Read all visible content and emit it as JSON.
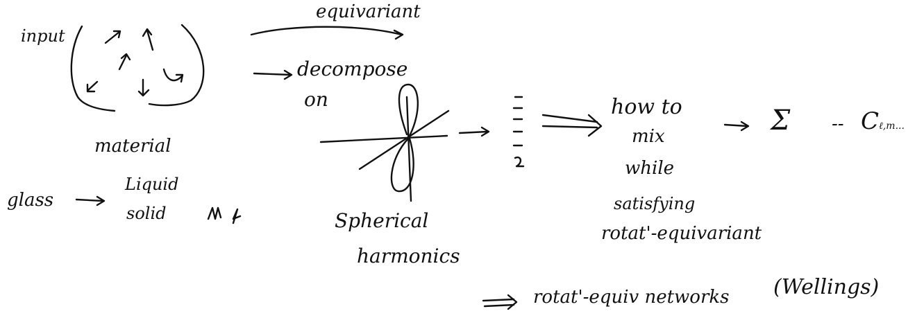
{
  "labels": {
    "input": "input",
    "equivariant": "equivariant",
    "decompose": "decompose",
    "on": "on",
    "material": "material",
    "glass": "glass",
    "liquid": "Liquid",
    "solid": "solid",
    "spherical": "Spherical",
    "harmonics": "harmonics",
    "how_to": "how to",
    "mix": "mix",
    "while": "while",
    "satisfying": "satisfying",
    "rotat_equivariant": "rotat'-equivariant",
    "sigma": "Σ",
    "dashes": "--",
    "coeff": "C",
    "coeff_sub": "ℓ,m...",
    "rotat_equiv_networks": "rotat'-equiv networks",
    "wellings": "(Wellings)"
  }
}
